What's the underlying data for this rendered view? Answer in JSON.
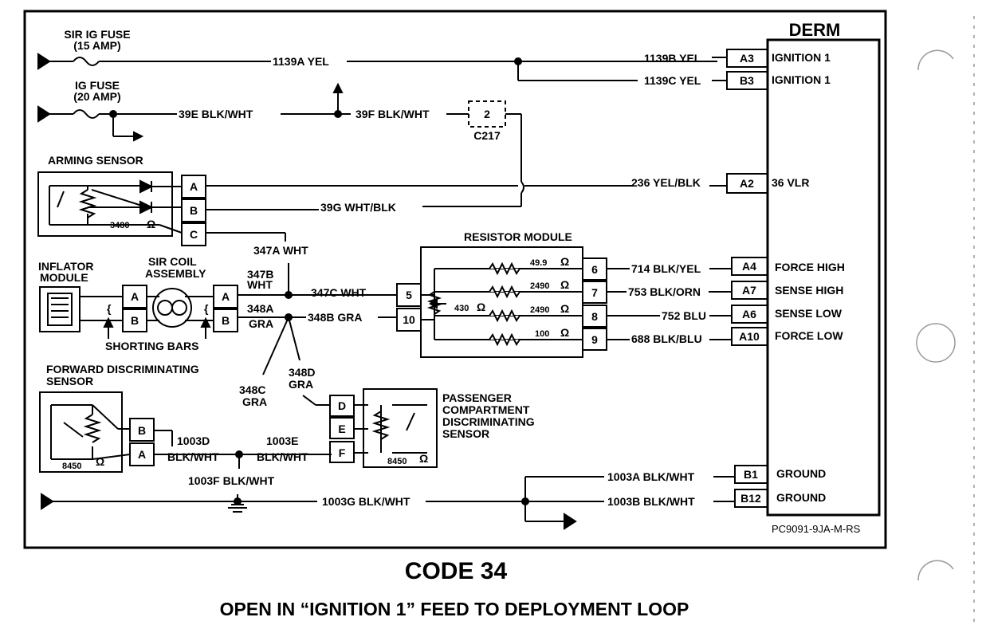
{
  "fuses": {
    "sir_ig_fuse": "SIR IG FUSE",
    "sir_ig_amp": "(15 AMP)",
    "ig_fuse": "IG FUSE",
    "ig_amp": "(20 AMP)"
  },
  "wires": {
    "w1139a": "1139A YEL",
    "w1139b": "1139B YEL",
    "w1139c": "1139C YEL",
    "w39e": "39E BLK/WHT",
    "w39f": "39F BLK/WHT",
    "w236": "236 YEL/BLK",
    "w39g": "39G WHT/BLK",
    "w347a": "347A WHT",
    "w347b_1": "347B",
    "w347b_2": "WHT",
    "w347c": "347C WHT",
    "w348a_1": "348A",
    "w348a_2": "GRA",
    "w348b": "348B GRA",
    "w348c_1": "348C",
    "w348c_2": "GRA",
    "w348d_1": "348D",
    "w348d_2": "GRA",
    "w714": "714 BLK/YEL",
    "w753": "753 BLK/ORN",
    "w752": "752 BLU",
    "w688": "688 BLK/BLU",
    "w1003d_1": "1003D",
    "w1003d_2": "BLK/WHT",
    "w1003e_1": "1003E",
    "w1003e_2": "BLK/WHT",
    "w1003f": "1003F BLK/WHT",
    "w1003g": "1003G BLK/WHT",
    "w1003a": "1003A BLK/WHT",
    "w1003b": "1003B BLK/WHT"
  },
  "connector": {
    "c217_pin": "2",
    "c217_name": "C217"
  },
  "derm": {
    "title": "DERM",
    "pins": [
      {
        "pin": "A3",
        "label": "IGNITION 1"
      },
      {
        "pin": "B3",
        "label": "IGNITION 1"
      },
      {
        "pin": "A2",
        "label": "36 VLR"
      },
      {
        "pin": "A4",
        "label": "FORCE HIGH"
      },
      {
        "pin": "A7",
        "label": "SENSE HIGH"
      },
      {
        "pin": "A6",
        "label": "SENSE LOW"
      },
      {
        "pin": "A10",
        "label": "FORCE LOW"
      },
      {
        "pin": "B1",
        "label": "GROUND"
      },
      {
        "pin": "B12",
        "label": "GROUND"
      }
    ]
  },
  "arming_sensor": {
    "title": "ARMING SENSOR",
    "resistance": "3480",
    "unit": "Ω",
    "pins": [
      "A",
      "B",
      "C"
    ]
  },
  "inflator": {
    "title_1": "INFLATOR",
    "title_2": "MODULE",
    "pins": [
      "A",
      "B"
    ]
  },
  "sir_coil": {
    "title_1": "SIR COIL",
    "title_2": "ASSEMBLY",
    "pins": [
      "A",
      "B"
    ]
  },
  "shorting_bars": "SHORTING BARS",
  "resistor_module": {
    "title": "RESISTOR MODULE",
    "resistors": [
      {
        "value": "49.9",
        "unit": "Ω"
      },
      {
        "value": "2490",
        "unit": "Ω"
      },
      {
        "value": "2490",
        "unit": "Ω"
      },
      {
        "value": "100",
        "unit": "Ω"
      }
    ],
    "center_value": "430",
    "center_unit": "Ω",
    "left_pins": [
      "5",
      "10"
    ],
    "right_pins": [
      "6",
      "7",
      "8",
      "9"
    ]
  },
  "forward_sensor": {
    "title_1": "FORWARD DISCRIMINATING",
    "title_2": "SENSOR",
    "resistance": "8450",
    "unit": "Ω",
    "pins": [
      "B",
      "A"
    ]
  },
  "passenger_sensor": {
    "title_1": "PASSENGER",
    "title_2": "COMPARTMENT",
    "title_3": "DISCRIMINATING",
    "title_4": "SENSOR",
    "resistance": "8450",
    "unit": "Ω",
    "pins": [
      "D",
      "E",
      "F"
    ]
  },
  "figure_id": "PC9091-9JA-M-RS",
  "code_title": "CODE 34",
  "code_subtitle": "OPEN IN “IGNITION 1” FEED TO DEPLOYMENT LOOP"
}
